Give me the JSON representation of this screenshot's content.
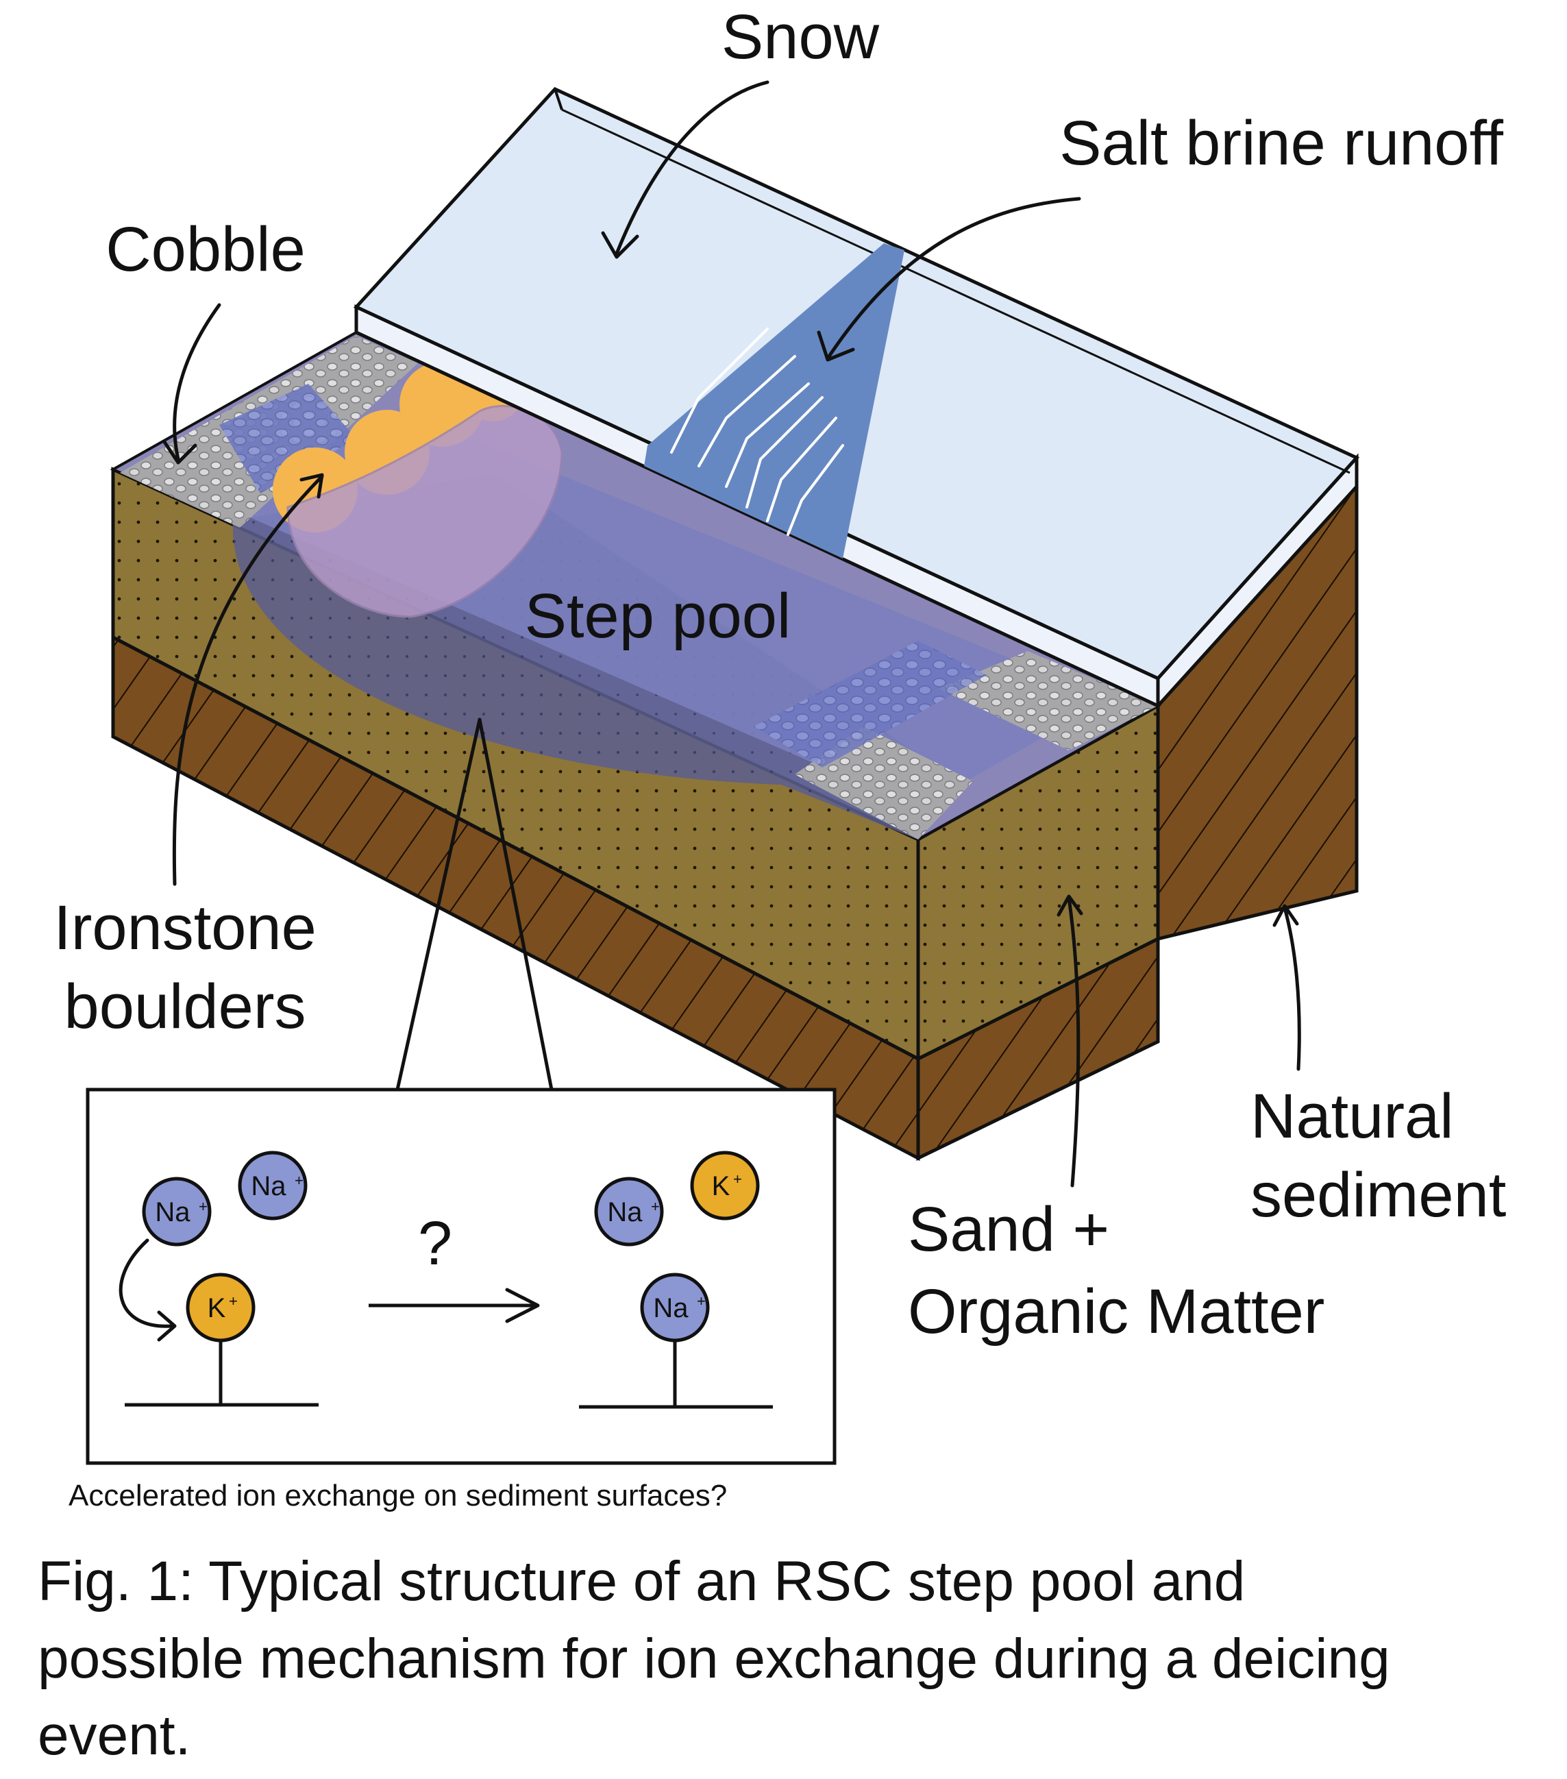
{
  "labels": {
    "snow": "Snow",
    "salt_brine_runoff": "Salt brine runoff",
    "cobble": "Cobble",
    "step_pool": "Step pool",
    "ironstone_line1": "Ironstone",
    "ironstone_line2": "boulders",
    "natural_line1": "Natural",
    "natural_line2": "sediment",
    "sand_line1": "Sand +",
    "sand_line2": "Organic Matter"
  },
  "inset": {
    "ions": {
      "na_a": "Na",
      "na_b": "Na",
      "k_bound": "K",
      "na_c": "Na",
      "k_free": "K",
      "na_bound": "Na",
      "charge": "+"
    },
    "question": "?",
    "note": "Accelerated ion exchange on sediment surfaces?"
  },
  "caption": {
    "line1": "Fig. 1: Typical structure of an RSC step pool and",
    "line2": "possible mechanism for ion exchange during a deicing",
    "line3": "event."
  },
  "colors": {
    "snow": "#dde9f7",
    "brine": "#6688c2",
    "sand": "#8e7638",
    "natural_sediment": "#7a4e1e",
    "step_pool": "#7b7fbd",
    "ironstone": "#f5b650",
    "cobble": "#b5b5b5",
    "ion_na": "#8b97d3",
    "ion_k": "#e9ab2a"
  }
}
